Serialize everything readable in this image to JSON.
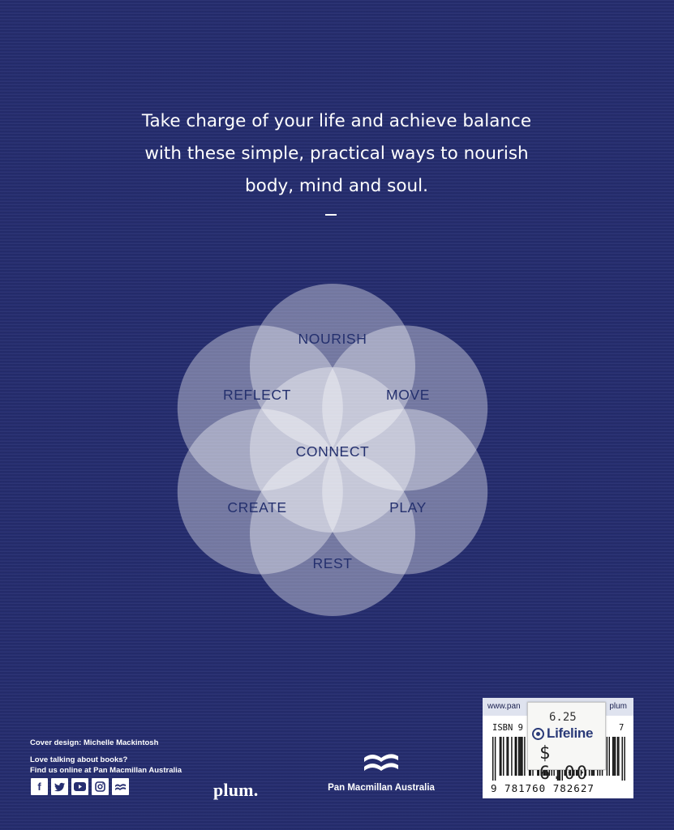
{
  "tagline": {
    "line1": "Take charge of your life and achieve balance",
    "line2": "with these simple, practical ways to nourish",
    "line3": "body, mind and soul.",
    "divider": "–"
  },
  "venn": {
    "center_label": "CONNECT",
    "petals": [
      "NOURISH",
      "MOVE",
      "PLAY",
      "REST",
      "CREATE",
      "REFLECT"
    ]
  },
  "credits": {
    "cover_design": "Cover design: Michelle Mackintosh",
    "love_talking": "Love talking about books?",
    "find_us": "Find us online at Pan Macmillan Australia",
    "social_icons": [
      "facebook-icon",
      "twitter-icon",
      "youtube-icon",
      "instagram-icon",
      "pan-macmillan-icon"
    ]
  },
  "imprint": {
    "plum_logo": "plum.",
    "publisher": "Pan Macmillan Australia"
  },
  "barcode": {
    "url_left": "www.pan",
    "url_right": "plum",
    "isbn_label": "ISBN 9",
    "isbn_tail": "7",
    "isbn_digits": "9 781760 782627"
  },
  "price_sticker": {
    "old_price": "6.25",
    "brand": "Lifeline",
    "price": "$ 6.00"
  },
  "colors": {
    "background": "#262e70",
    "circle_fill": "#ffffff",
    "label_text": "#24306e"
  }
}
